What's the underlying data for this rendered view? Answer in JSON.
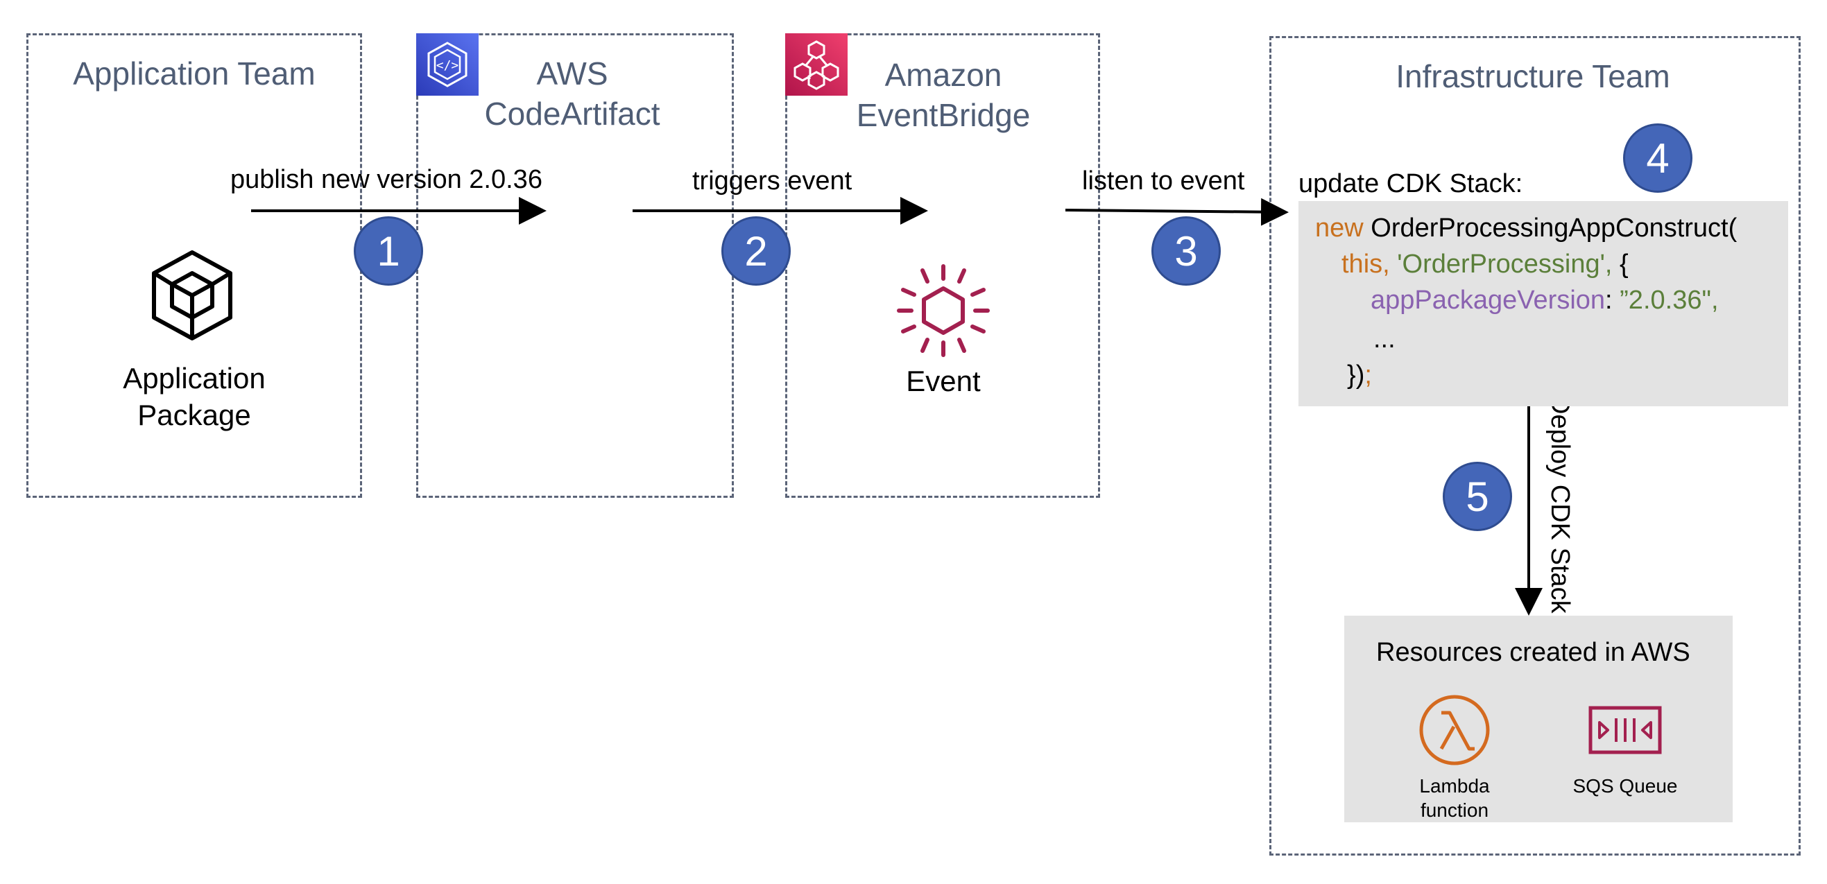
{
  "lanes": {
    "application_team": "Application Team",
    "codeartifact": "AWS\nCodeArtifact",
    "eventbridge": "Amazon\nEventBridge",
    "infrastructure_team": "Infrastructure Team"
  },
  "flow": {
    "publish_label": "publish new version 2.0.36",
    "triggers_label": "triggers event",
    "listen_label": "listen to event",
    "update_label": "update CDK Stack:",
    "deploy_label": "Deploy CDK Stack"
  },
  "steps": [
    "1",
    "2",
    "3",
    "4",
    "5"
  ],
  "nodes": {
    "application_package": "Application\nPackage",
    "event": "Event"
  },
  "code": {
    "kw_new": "new",
    "class_name": "OrderProcessingAppConstruct(",
    "kw_this": "this,",
    "string_name": "'OrderProcessing',",
    "brace_open": "{",
    "prop_name": "appPackageVersion",
    "colon": ":",
    "version_value": "”2.0.36\",",
    "ellipsis": "...",
    "close_brace": "})",
    "semicolon": ";"
  },
  "resources": {
    "title": "Resources created in AWS",
    "lambda": "Lambda\nfunction",
    "sqs": "SQS Queue"
  },
  "colors": {
    "lane_border": "#5b6478",
    "lane_title": "#4f5d75",
    "step_fill": "#4466b8",
    "event_icon": "#a3204f",
    "lambda_icon": "#d46a1f",
    "sqs_icon": "#a3204f",
    "codeartifact_icon": "#3a4fd0",
    "eventbridge_icon": "#d8285a",
    "code_keyword": "#c8711f",
    "code_string": "#5b7f3a",
    "code_property": "#8a62b0"
  },
  "icons": {
    "application_package": "package-cube-icon",
    "codeartifact": "codeartifact-icon",
    "eventbridge": "eventbridge-icon",
    "event": "event-hexagon-icon",
    "lambda": "lambda-icon",
    "sqs": "sqs-queue-icon"
  }
}
